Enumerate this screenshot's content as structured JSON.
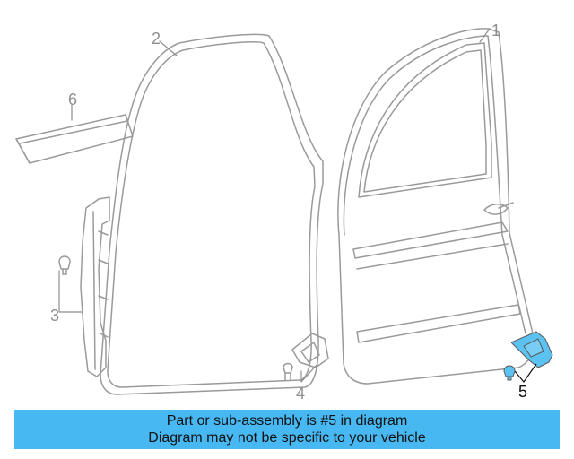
{
  "callouts": {
    "c1": "1",
    "c2": "2",
    "c3": "3",
    "c4": "4",
    "c5": "5",
    "c6": "6"
  },
  "banner": {
    "line1": "Part or sub-assembly is #5 in diagram",
    "line2": "Diagram may not be specific to your vehicle"
  },
  "colors": {
    "line": "#9a9a9a",
    "highlight": "#5cc2f2",
    "banner": "#48b8f2"
  }
}
